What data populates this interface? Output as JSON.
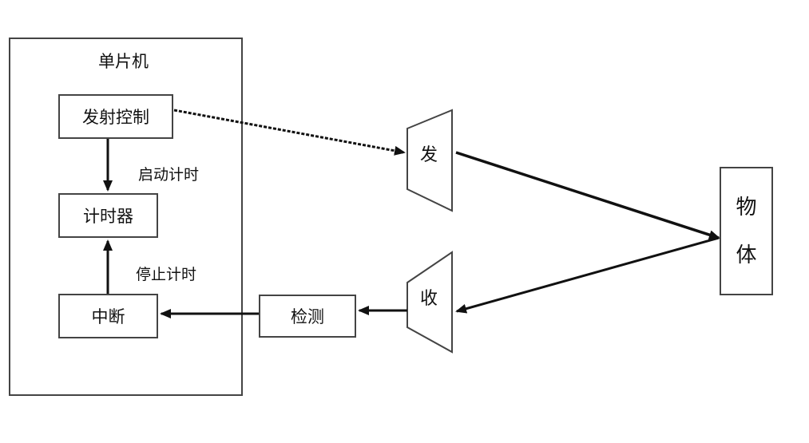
{
  "mcu": {
    "title": "单片机"
  },
  "blocks": {
    "emit_control": "发射控制",
    "timer": "计时器",
    "interrupt": "中断",
    "detect": "检测"
  },
  "annotations": {
    "start_timing": "启动计时",
    "stop_timing": "停止计时"
  },
  "transducers": {
    "transmit": "发",
    "receive": "收"
  },
  "object": {
    "char1": "物",
    "char2": "体"
  }
}
